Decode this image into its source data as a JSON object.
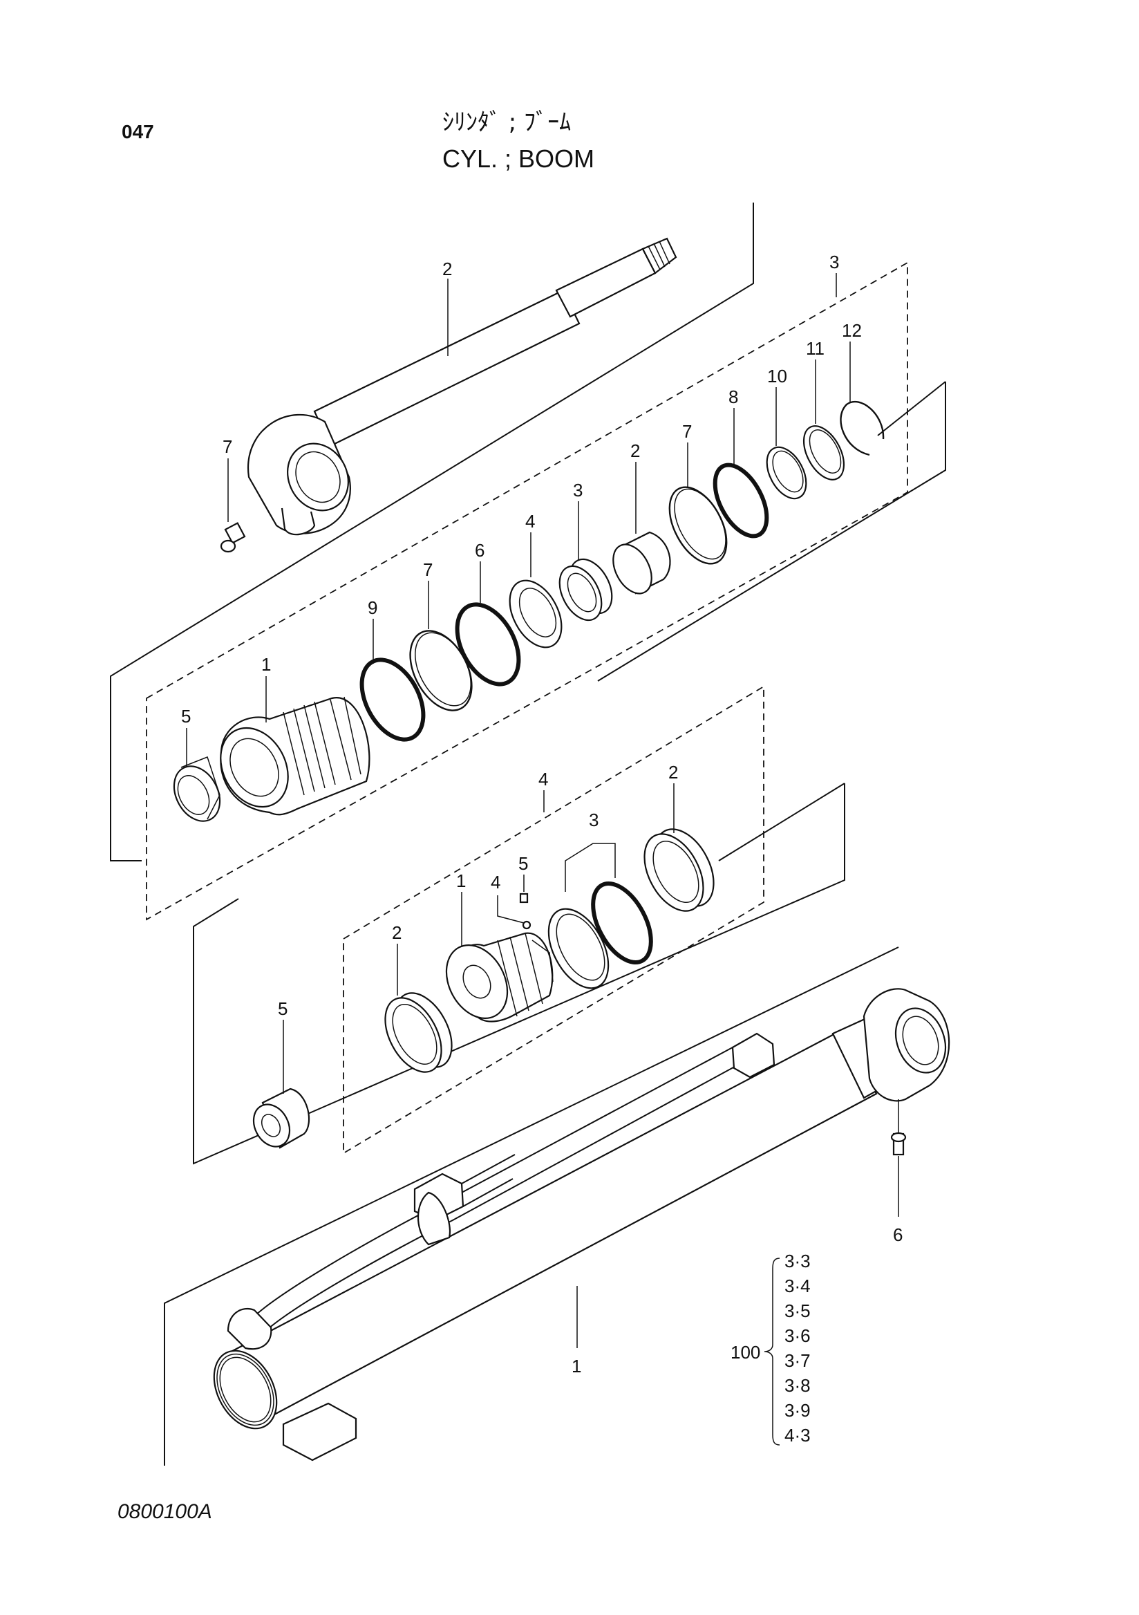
{
  "header": {
    "page_number": "047",
    "title_jp": "ｼﾘﾝﾀﾞ ; ﾌﾞｰﾑ",
    "title_en": "CYL. ; BOOM"
  },
  "footer": {
    "drawing_code": "0800100A"
  },
  "callouts": {
    "rod": "2",
    "rod_grease_fitting": "7",
    "head_group": "3",
    "head_1": "1",
    "head_2": "2",
    "head_3": "3",
    "head_4": "4",
    "head_5": "5",
    "head_6": "6",
    "head_7a": "7",
    "head_7b": "7",
    "head_8": "8",
    "head_9": "9",
    "head_10": "10",
    "head_11": "11",
    "head_12": "12",
    "piston_group": "4",
    "piston_1": "1",
    "piston_2a": "2",
    "piston_2b": "2",
    "piston_3": "3",
    "piston_4": "4",
    "piston_5": "5",
    "nut_5": "5",
    "tube": "1",
    "tube_grease_fitting": "6"
  },
  "kit": {
    "label": "100",
    "items": [
      "3·3",
      "3·4",
      "3·5",
      "3·6",
      "3·7",
      "3·8",
      "3·9",
      "4·3"
    ]
  }
}
